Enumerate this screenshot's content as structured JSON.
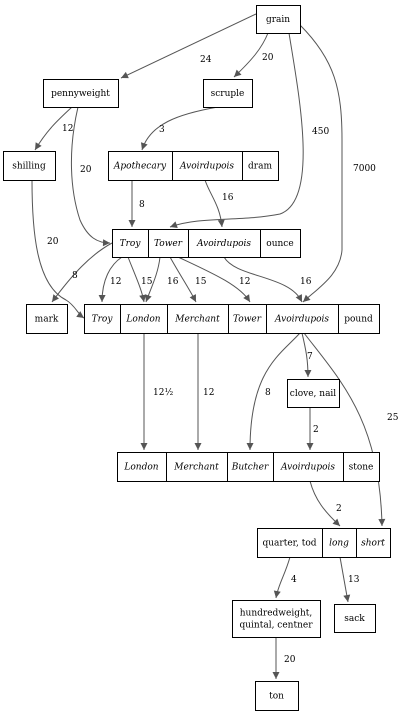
{
  "nodes": {
    "grain": {
      "cells": [
        {
          "text": "grain",
          "italic": false
        }
      ]
    },
    "pennyweight": {
      "cells": [
        {
          "text": "pennyweight",
          "italic": false
        }
      ]
    },
    "scruple": {
      "cells": [
        {
          "text": "scruple",
          "italic": false
        }
      ]
    },
    "shilling": {
      "cells": [
        {
          "text": "shilling",
          "italic": false
        }
      ]
    },
    "dram": {
      "cells": [
        {
          "text": "Apothecary",
          "italic": true
        },
        {
          "text": "Avoirdupois",
          "italic": true
        },
        {
          "text": "dram",
          "italic": false
        }
      ]
    },
    "ounce": {
      "cells": [
        {
          "text": "Troy",
          "italic": true
        },
        {
          "text": "Tower",
          "italic": true
        },
        {
          "text": "Avoirdupois",
          "italic": true
        },
        {
          "text": "ounce",
          "italic": false
        }
      ]
    },
    "mark": {
      "cells": [
        {
          "text": "mark",
          "italic": false
        }
      ]
    },
    "pound": {
      "cells": [
        {
          "text": "Troy",
          "italic": true
        },
        {
          "text": "London",
          "italic": true
        },
        {
          "text": "Merchant",
          "italic": true
        },
        {
          "text": "Tower",
          "italic": true
        },
        {
          "text": "Avoirdupois",
          "italic": true
        },
        {
          "text": "pound",
          "italic": false
        }
      ]
    },
    "clove": {
      "cells": [
        {
          "text": "clove, nail",
          "italic": false
        }
      ]
    },
    "stone": {
      "cells": [
        {
          "text": "London",
          "italic": true
        },
        {
          "text": "Merchant",
          "italic": true
        },
        {
          "text": "Butcher",
          "italic": true
        },
        {
          "text": "Avoirdupois",
          "italic": true
        },
        {
          "text": "stone",
          "italic": false
        }
      ]
    },
    "quarter": {
      "cells": [
        {
          "text": "quarter, tod",
          "italic": false
        },
        {
          "text": "long",
          "italic": true
        },
        {
          "text": "short",
          "italic": true
        }
      ]
    },
    "hundredweight": {
      "cells": [
        {
          "lines": [
            "hundredweight,",
            "quintal, centner"
          ],
          "italic": false
        }
      ]
    },
    "sack": {
      "cells": [
        {
          "text": "sack",
          "italic": false
        }
      ]
    },
    "ton": {
      "cells": [
        {
          "text": "ton",
          "italic": false
        }
      ]
    }
  },
  "edges": [
    {
      "from": "grain",
      "to": "pennyweight",
      "label": "24"
    },
    {
      "from": "grain",
      "to": "scruple",
      "label": "20"
    },
    {
      "from": "grain",
      "to": "ounce.Tower",
      "label": "450"
    },
    {
      "from": "grain",
      "to": "pound.Avoirdupois",
      "label": "7000"
    },
    {
      "from": "pennyweight",
      "to": "shilling",
      "label": "12"
    },
    {
      "from": "pennyweight",
      "to": "ounce.Troy",
      "label": "20"
    },
    {
      "from": "scruple",
      "to": "dram.Apothecary",
      "label": "3"
    },
    {
      "from": "shilling",
      "to": "pound.Troy",
      "label": "20"
    },
    {
      "from": "dram.Apothecary",
      "to": "ounce.Troy",
      "label": "8"
    },
    {
      "from": "dram.Avoirdupois",
      "to": "ounce.Avoirdupois",
      "label": "16"
    },
    {
      "from": "ounce.Troy",
      "to": "mark",
      "label": "8"
    },
    {
      "from": "ounce.Troy",
      "to": "pound.Troy",
      "label": "12"
    },
    {
      "from": "ounce.Troy",
      "to": "pound.London",
      "label": "15"
    },
    {
      "from": "ounce.Tower",
      "to": "pound.London",
      "label": "16"
    },
    {
      "from": "ounce.Tower",
      "to": "pound.Merchant",
      "label": "15"
    },
    {
      "from": "ounce.Tower",
      "to": "pound.Tower",
      "label": "12"
    },
    {
      "from": "ounce.Avoirdupois",
      "to": "pound.Avoirdupois",
      "label": "16"
    },
    {
      "from": "pound.London",
      "to": "stone.London",
      "label": "12½"
    },
    {
      "from": "pound.Merchant",
      "to": "stone.Merchant",
      "label": "12"
    },
    {
      "from": "pound.Avoirdupois",
      "to": "clove",
      "label": "7"
    },
    {
      "from": "pound.Avoirdupois",
      "to": "stone.Butcher",
      "label": "8"
    },
    {
      "from": "pound.Avoirdupois",
      "to": "quarter.short",
      "label": "25"
    },
    {
      "from": "clove",
      "to": "stone.Avoirdupois",
      "label": "2"
    },
    {
      "from": "stone.Avoirdupois",
      "to": "quarter.long",
      "label": "2"
    },
    {
      "from": "quarter.quarter, tod",
      "to": "hundredweight",
      "label": "4"
    },
    {
      "from": "quarter.long",
      "to": "sack",
      "label": "13"
    },
    {
      "from": "hundredweight",
      "to": "ton",
      "label": "20"
    }
  ]
}
